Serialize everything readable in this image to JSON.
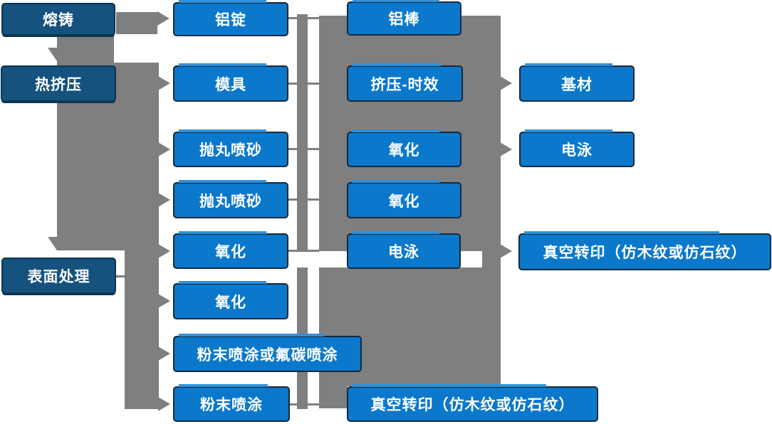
{
  "diagram": {
    "kind": "process-flowchart",
    "language": "zh-CN",
    "columns": [
      {
        "id": "col-1",
        "style": "dark",
        "nodes": [
          {
            "id": "r1",
            "label": "熔铸"
          },
          {
            "id": "r2",
            "label": "热挤压"
          },
          {
            "id": "r3",
            "label": "表面处理"
          }
        ]
      },
      {
        "id": "col-2",
        "style": "blue",
        "nodes": [
          {
            "id": "a1",
            "label": "铝锭"
          },
          {
            "id": "a2",
            "label": "模具"
          },
          {
            "id": "a3",
            "label": "抛丸喷砂"
          },
          {
            "id": "a4",
            "label": "抛丸喷砂"
          },
          {
            "id": "a5",
            "label": "氧化"
          },
          {
            "id": "a6",
            "label": "氧化"
          },
          {
            "id": "a7",
            "label": "粉末喷涂或氟碳喷涂"
          },
          {
            "id": "a8",
            "label": "粉末喷涂"
          }
        ]
      },
      {
        "id": "col-3",
        "style": "blue",
        "nodes": [
          {
            "id": "b1",
            "label": "铝棒"
          },
          {
            "id": "b2",
            "label": "挤压-时效"
          },
          {
            "id": "b3",
            "label": "氧化"
          },
          {
            "id": "b4",
            "label": "氧化"
          },
          {
            "id": "b5",
            "label": "电泳"
          },
          {
            "id": "b6",
            "label": "真空转印（仿木纹或仿石纹）"
          }
        ]
      },
      {
        "id": "col-4",
        "style": "blue",
        "nodes": [
          {
            "id": "c1",
            "label": "基材"
          },
          {
            "id": "c2",
            "label": "电泳"
          },
          {
            "id": "c3",
            "label": "真空转印（仿木纹或仿石纹）"
          }
        ]
      }
    ],
    "arrows": [
      {
        "from": "熔铸",
        "to": "铝锭"
      },
      {
        "from": "熔铸",
        "to": "热挤压"
      },
      {
        "from": "热挤压",
        "to": "模具"
      },
      {
        "from": "热挤压",
        "to": "抛丸喷砂"
      },
      {
        "from": "热挤压",
        "to": "抛丸喷砂"
      },
      {
        "from": "热挤压",
        "to": "表面处理"
      },
      {
        "from": "表面处理",
        "to": "氧化"
      },
      {
        "from": "表面处理",
        "to": "氧化"
      },
      {
        "from": "表面处理",
        "to": "粉末喷涂或氟碳喷涂"
      },
      {
        "from": "表面处理",
        "to": "粉末喷涂"
      },
      {
        "from": "挤压-时效",
        "to": "基材"
      },
      {
        "from": "氧化",
        "to": "电泳"
      },
      {
        "from": "电泳",
        "to": "真空转印（仿木纹或仿石纹）"
      },
      {
        "from": "粉末喷涂",
        "to": "真空转印（仿木纹或仿石纹）"
      }
    ],
    "colors": {
      "connector": "#7f7f7f",
      "dark_box": "#15527e",
      "dark_box_border": "#0d3553",
      "blue_box": "#0b78cc",
      "blue_box_border": "#16293a",
      "highlight": "#3090d8",
      "text": "#ffffff",
      "background": "#ffffff"
    }
  }
}
